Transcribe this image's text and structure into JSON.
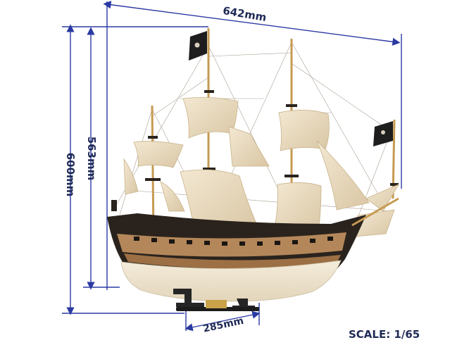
{
  "image": {
    "subject": "Wooden model pirate ship with cream sails and black flags on a stand",
    "colors": {
      "dimension_line": "#2b3aa3",
      "label_text": "#1f2a56",
      "hull_dark": "#2a231d",
      "hull_wood": "#b4875a",
      "hull_lower": "#efe6d2",
      "sail": "#eadcc2",
      "flag": "#1e1e1e"
    }
  },
  "dimensions": {
    "width": "642mm",
    "height_total": "600mm",
    "height_masts": "563mm",
    "depth": "285mm"
  },
  "scale": {
    "label": "SCALE: 1/65"
  }
}
